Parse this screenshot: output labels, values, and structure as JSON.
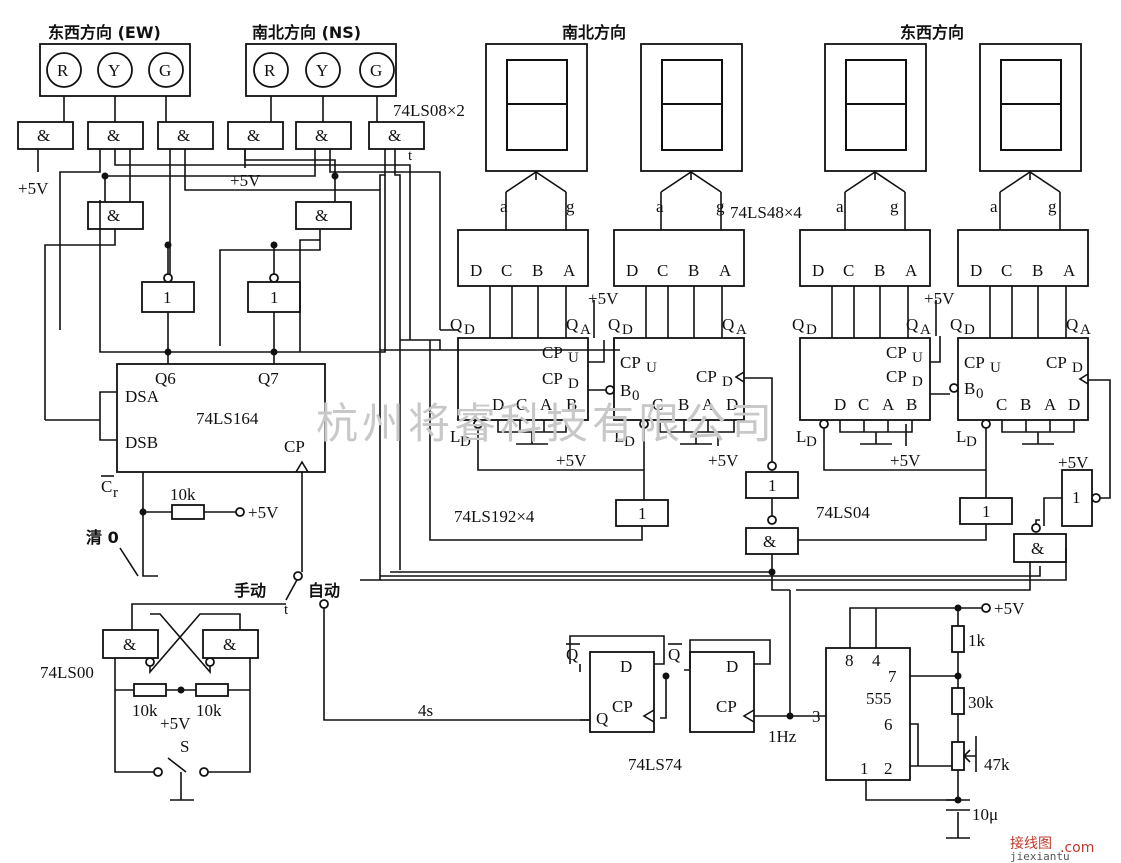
{
  "headings": {
    "ew_lights": "东西方向 (EW)",
    "ns_lights": "南北方向 (NS)",
    "ns_display": "南北方向",
    "ew_display": "东西方向"
  },
  "lamps": [
    "R",
    "Y",
    "G"
  ],
  "gates": {
    "and": "&",
    "not": "1"
  },
  "parts": {
    "and_gates": "74LS08×2",
    "decoders": "74LS48×4",
    "counters": "74LS192×4",
    "inverter": "74LS04",
    "shift_register": "74LS164",
    "nand": "74LS00",
    "flipflop": "74LS74",
    "timer": "555"
  },
  "pins": {
    "decoder_inputs": [
      "D",
      "C",
      "B",
      "A"
    ],
    "seg_a": "a",
    "seg_g": "g",
    "qd": "Q",
    "qd_sub": "D",
    "qa": "Q",
    "qa_sub": "A",
    "cpu": "CP",
    "cpu_sub": "U",
    "cpd": "CP",
    "cpd_sub": "D",
    "bo": "B",
    "bo_sub": "0",
    "ld": "L",
    "ld_sub": "D",
    "dsa": "DSA",
    "dsb": "DSB",
    "cp": "CP",
    "q6": "Q6",
    "q7": "Q7",
    "cr": "C",
    "cr_sub": "r",
    "d": "D",
    "q": "Q",
    "qbar": "Q",
    "t8": "8",
    "t4": "4",
    "t7": "7",
    "t6": "6",
    "t3": "3",
    "t1": "1",
    "t2": "2"
  },
  "labels": {
    "vcc": "+5V",
    "clear": "清 0",
    "manual": "手动",
    "auto": "自动",
    "r10k": "10k",
    "r1k": "1k",
    "r30k": "30k",
    "r47k": "47k",
    "cap": "10μ",
    "s": "S",
    "four_s": "4s",
    "one_hz": "1Hz",
    "t": "t"
  },
  "watermark": "杭州将睿科技有限公司",
  "logo": {
    "main": "接线图",
    "dom": ".com",
    "url": "jiexiantu"
  }
}
